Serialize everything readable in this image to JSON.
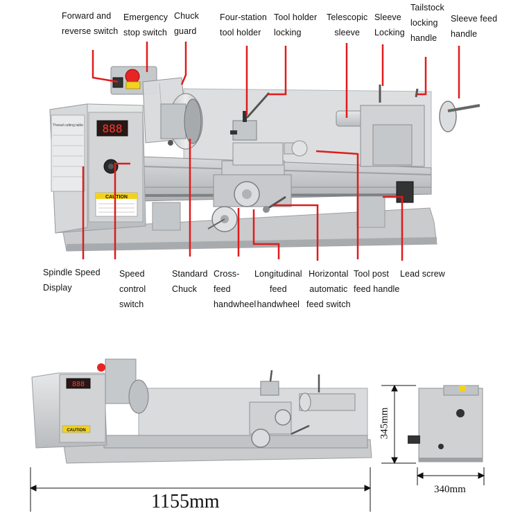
{
  "colors": {
    "leader": "#e01b1b",
    "body": "#cfd1d3",
    "body_dark": "#a9acaf",
    "display_bg": "#2a1616",
    "display_digits": "#ff3a2a",
    "caution": "#f3d21f",
    "emergency": "#e82424"
  },
  "labels": {
    "forward_reverse_switch": "Forward and\nreverse switch",
    "emergency_stop_switch": "Emergency\nstop switch",
    "chuck_guard": "Chuck\nguard",
    "four_station_tool_holder": "Four-station\ntool holder",
    "tool_holder_locking": "Tool holder\nlocking",
    "telescopic_sleeve": "Telescopic\nsleeve",
    "sleeve_locking": "Sleeve\nLocking",
    "tailstock_locking_handle": "Tailstock\nlocking\nhandle",
    "sleeve_feed_handle": "Sleeve feed\nhandle",
    "spindle_speed_display": "Spindle Speed\nDisplay",
    "speed_control_switch": "Speed\ncontrol\nswitch",
    "standard_chuck": "Standard\nChuck",
    "cross_feed_handwheel": "Cross-\nfeed\nhandwheel",
    "longitudinal_feed_handwheel": "Longitudinal\nfeed\nhandwheel",
    "horizontal_automatic_feed_switch": "Horizontal\nautomatic\nfeed switch",
    "tool_post_feed_handle": "Tool post\nfeed handle",
    "lead_screw": "Lead screw"
  },
  "machine_markings": {
    "thread_table": "Thread cutting table",
    "caution": "CAUTION"
  },
  "dimensions": {
    "length": "1155mm",
    "height": "345mm",
    "width": "340mm"
  }
}
